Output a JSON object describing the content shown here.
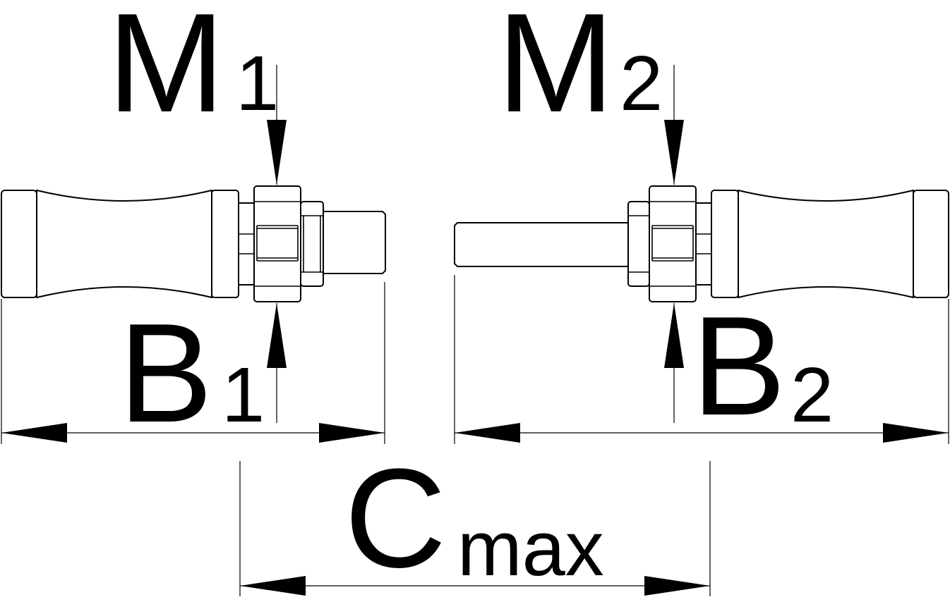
{
  "labels": {
    "m1": {
      "main": "M",
      "sub": "1"
    },
    "m2": {
      "main": "M",
      "sub": "2"
    },
    "b1": {
      "main": "B",
      "sub": "1"
    },
    "b2": {
      "main": "B",
      "sub": "2"
    },
    "c": {
      "main": "C",
      "sub": "max"
    }
  },
  "colors": {
    "ink": "#000000",
    "background": "#ffffff"
  }
}
